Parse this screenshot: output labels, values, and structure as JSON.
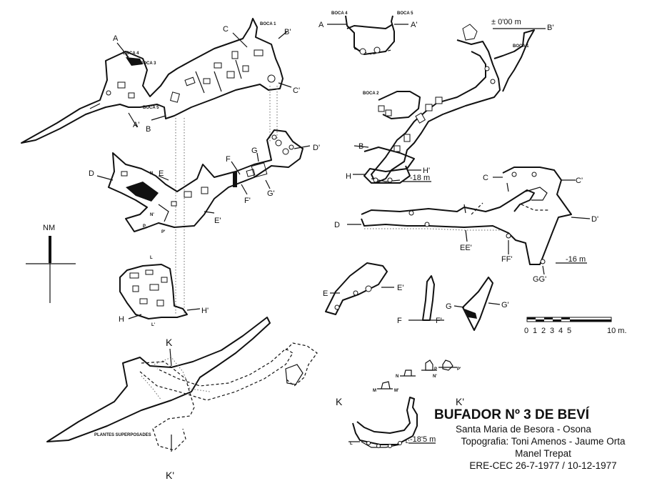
{
  "title": "BUFADOR Nº 3 DE BEVÍ",
  "location": "Santa Maria de Besora - Osona",
  "survey_line1": "Topografia: Toni Amenos - Jaume Orta",
  "survey_line2": "Manel Trepat",
  "dates": "ERE-CEC  26-7-1977 / 10-12-1977",
  "north_label": "NM",
  "scale": {
    "ticks": [
      "0",
      "1",
      "2",
      "3",
      "4",
      "5"
    ],
    "end_label": "10 m."
  },
  "labels": {
    "boca1": "BOCA 1",
    "boca2": "BOCA 2",
    "boca3": "BOCA 3",
    "boca4": "BOCA 4",
    "boca5": "BOCA 5",
    "plantes": "PLANTES SUPERPOSADES",
    "A": "A",
    "Ap": "A'",
    "B": "B",
    "Bp": "B'",
    "C": "C",
    "Cp": "C'",
    "D": "D",
    "Dp": "D'",
    "E": "E",
    "Ep": "E'",
    "F": "F",
    "Fp": "F'",
    "G": "G",
    "Gp": "G'",
    "H": "H",
    "Hp": "H'",
    "K": "K",
    "Kp": "K'",
    "L": "L",
    "Lp": "L'",
    "M": "M",
    "Mp": "M'",
    "N": "N",
    "Np": "N'",
    "P": "P",
    "Pp": "P'",
    "EE": "EE'",
    "FF": "FF'",
    "GG": "GG'"
  },
  "depths": {
    "d0": "± 0'00 m",
    "d18": "-18 m",
    "d16": "-16 m",
    "d185": "-18'5 m"
  }
}
